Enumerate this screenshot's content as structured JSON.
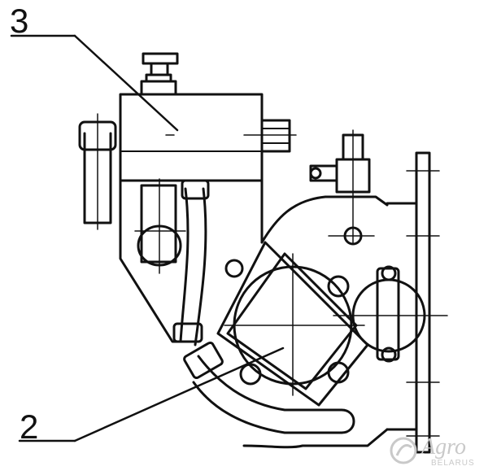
{
  "callouts": {
    "part_3": "3",
    "part_2": "2"
  },
  "watermark": {
    "brand": "Agro",
    "sub": "BELARUS"
  },
  "colors": {
    "ink": "#111111",
    "watermark": "#c9c9c9"
  }
}
